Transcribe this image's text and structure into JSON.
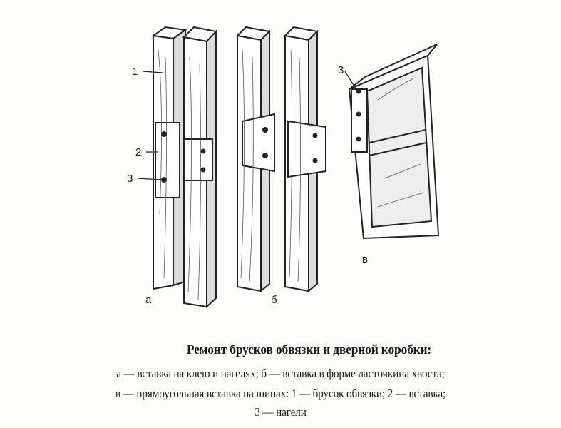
{
  "figure": {
    "labels": {
      "part1": "1",
      "part2": "2",
      "part3": "3",
      "part3_frame": "3",
      "a": "а",
      "b": "б",
      "v": "в"
    }
  },
  "caption": {
    "title": "Ремонт брусков обвязки и дверной коробки:",
    "lines": [
      "а — вставка на клею и нагелях; б — вставка в форме ласточкина хвоста;",
      "в — прямоугольная вставка на шипах: 1 — брусок обвязки; 2 — вставка;",
      "3 — нагели"
    ]
  }
}
